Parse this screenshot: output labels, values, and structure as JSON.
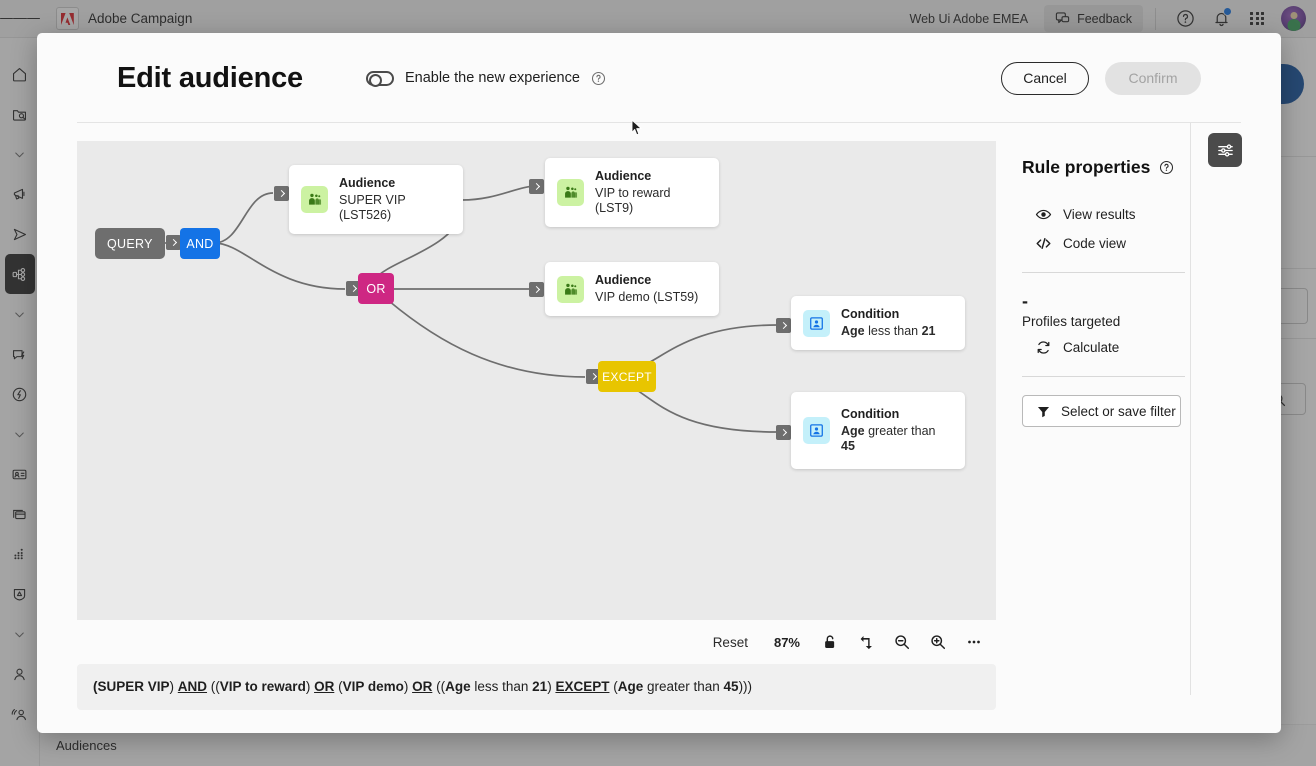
{
  "topbar": {
    "menu_icon": "hamburger-icon",
    "brand": "Adobe Campaign",
    "tenant": "Web Ui Adobe EMEA",
    "feedback": "Feedback",
    "help_icon": "help-circle-icon",
    "bell_icon": "notification-bell-icon",
    "apps_icon": "app-grid-icon",
    "avatar_icon": "user-avatar"
  },
  "sidebar": {
    "items": [
      {
        "icon": "home-icon",
        "label": ""
      },
      {
        "icon": "folder-search-icon",
        "label": ""
      },
      {
        "icon": "chevron-down-icon",
        "label": ""
      },
      {
        "icon": "megaphone-icon",
        "label": ""
      },
      {
        "icon": "paper-plane-icon",
        "label": ""
      },
      {
        "icon": "workflow-icon",
        "label": "",
        "selected": true
      },
      {
        "icon": "chevron-down-icon",
        "label": ""
      },
      {
        "icon": "chat-bolt-icon",
        "label": ""
      },
      {
        "icon": "lightning-circle-icon",
        "label": ""
      },
      {
        "icon": "chevron-down-icon",
        "label": ""
      },
      {
        "icon": "id-card-icon",
        "label": ""
      },
      {
        "icon": "cards-stack-icon",
        "label": ""
      },
      {
        "icon": "dots-matrix-icon",
        "label": ""
      },
      {
        "icon": "shield-badge-icon",
        "label": ""
      },
      {
        "icon": "chevron-down-icon",
        "label": ""
      },
      {
        "icon": "person-icon",
        "label": ""
      },
      {
        "icon": "audiences-icon",
        "label": "Audiences"
      }
    ],
    "bottom_label": "Audiences"
  },
  "modal": {
    "title": "Edit audience",
    "toggle": {
      "label": "Enable the new experience",
      "state": "off",
      "help_icon": "help-circle-icon"
    },
    "cancel_label": "Cancel",
    "confirm_label": "Confirm",
    "confirm_disabled": true
  },
  "canvas": {
    "background_color": "#eaeaea",
    "nodes": [
      {
        "id": "query",
        "type": "operator",
        "label": "QUERY",
        "color": "#6e6e6e"
      },
      {
        "id": "and",
        "type": "operator",
        "label": "AND",
        "color": "#1473e6"
      },
      {
        "id": "or",
        "type": "operator",
        "label": "OR",
        "color": "#ce2783"
      },
      {
        "id": "except",
        "type": "operator",
        "label": "EXCEPT",
        "color": "#e8c500"
      },
      {
        "id": "aud-super-vip",
        "type": "audience",
        "kind": "Audience",
        "desc": "SUPER VIP (LST526)",
        "icon": "audience-group-icon",
        "icon_bg": "#ccf2a2"
      },
      {
        "id": "aud-vip-reward",
        "type": "audience",
        "kind": "Audience",
        "desc": "VIP to reward (LST9)",
        "icon": "audience-group-icon",
        "icon_bg": "#ccf2a2"
      },
      {
        "id": "aud-vip-demo",
        "type": "audience",
        "kind": "Audience",
        "desc": "VIP demo (LST59)",
        "icon": "audience-group-icon",
        "icon_bg": "#ccf2a2"
      },
      {
        "id": "cond-lt-21",
        "type": "condition",
        "kind": "Condition",
        "field": "Age",
        "desc_rest": " less than ",
        "value": "21",
        "icon": "condition-profile-icon",
        "icon_bg": "#c4f0fa"
      },
      {
        "id": "cond-gt-45",
        "type": "condition",
        "kind": "Condition",
        "field": "Age",
        "desc_rest": " greater than ",
        "value": "45",
        "icon": "condition-profile-icon",
        "icon_bg": "#c4f0fa"
      }
    ]
  },
  "canvas_toolbar": {
    "reset_label": "Reset",
    "zoom_level": "87%",
    "lock_icon": "unlock-icon",
    "reroute_icon": "reroute-arrow-icon",
    "zoom_out_icon": "zoom-out-icon",
    "zoom_in_icon": "zoom-in-icon",
    "more_icon": "more-ellipsis-icon"
  },
  "expression": {
    "parts": [
      {
        "t": "(",
        "s": "plain"
      },
      {
        "t": "SUPER VIP",
        "s": "bold"
      },
      {
        "t": ") ",
        "s": "plain"
      },
      {
        "t": "AND",
        "s": "op"
      },
      {
        "t": " ((",
        "s": "plain"
      },
      {
        "t": "VIP to reward",
        "s": "bold"
      },
      {
        "t": ") ",
        "s": "plain"
      },
      {
        "t": "OR",
        "s": "op"
      },
      {
        "t": " (",
        "s": "plain"
      },
      {
        "t": "VIP demo",
        "s": "bold"
      },
      {
        "t": ") ",
        "s": "plain"
      },
      {
        "t": "OR",
        "s": "op"
      },
      {
        "t": " ((",
        "s": "plain"
      },
      {
        "t": "Age",
        "s": "bold"
      },
      {
        "t": " less than ",
        "s": "plain"
      },
      {
        "t": "21",
        "s": "bold"
      },
      {
        "t": ") ",
        "s": "plain"
      },
      {
        "t": "EXCEPT",
        "s": "op"
      },
      {
        "t": " (",
        "s": "plain"
      },
      {
        "t": "Age",
        "s": "bold"
      },
      {
        "t": " greater than ",
        "s": "plain"
      },
      {
        "t": "45",
        "s": "bold"
      },
      {
        "t": ")))",
        "s": "plain"
      }
    ],
    "text": "(SUPER VIP) AND ((VIP to reward) OR (VIP demo) OR ((Age less than 21) EXCEPT (Age greater than 45)))"
  },
  "rule_properties": {
    "title": "Rule properties",
    "help_icon": "help-circle-icon",
    "links": [
      {
        "label": "View results",
        "icon": "eye-icon"
      },
      {
        "label": "Code view",
        "icon": "code-icon"
      }
    ],
    "profiles_count": "-",
    "profiles_label": "Profiles targeted",
    "calculate_label": "Calculate",
    "calculate_icon": "refresh-icon",
    "filter_label": "Select or save filter",
    "filter_icon": "funnel-icon",
    "settings_icon": "sliders-settings-icon"
  }
}
